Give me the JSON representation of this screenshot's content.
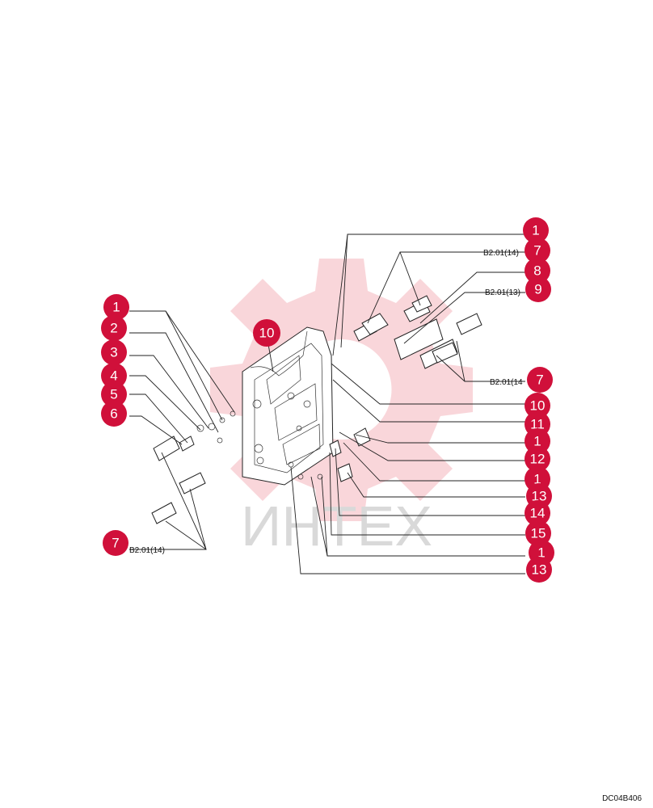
{
  "watermark": {
    "text": "ИНТЕХ",
    "color": "#f4b4bc"
  },
  "callout_color": "#d0103a",
  "callouts": [
    {
      "id": "c-r1",
      "label": "1"
    },
    {
      "id": "c-r7a",
      "label": "7"
    },
    {
      "id": "c-r8",
      "label": "8"
    },
    {
      "id": "c-r9",
      "label": "9"
    },
    {
      "id": "c-r7b",
      "label": "7"
    },
    {
      "id": "c-r10",
      "label": "10"
    },
    {
      "id": "c-r11",
      "label": "11"
    },
    {
      "id": "c-r1b",
      "label": "1"
    },
    {
      "id": "c-r12",
      "label": "12"
    },
    {
      "id": "c-r1c",
      "label": "1"
    },
    {
      "id": "c-r13",
      "label": "13"
    },
    {
      "id": "c-r14",
      "label": "14"
    },
    {
      "id": "c-r15",
      "label": "15"
    },
    {
      "id": "c-r1d",
      "label": "1"
    },
    {
      "id": "c-r13b",
      "label": "13"
    },
    {
      "id": "c-l1",
      "label": "1"
    },
    {
      "id": "c-l2",
      "label": "2"
    },
    {
      "id": "c-l3",
      "label": "3"
    },
    {
      "id": "c-l4",
      "label": "4"
    },
    {
      "id": "c-l5",
      "label": "5"
    },
    {
      "id": "c-l6",
      "label": "6"
    },
    {
      "id": "c-l7",
      "label": "7"
    },
    {
      "id": "c-t10",
      "label": "10"
    }
  ],
  "references": {
    "ref_top_7": "B2.01(14)",
    "ref_top_9": "B2.01(13)",
    "ref_mid_7": "B2.01(14",
    "ref_left_7": "B2.01(14)"
  },
  "doc_code": "DC04B406"
}
